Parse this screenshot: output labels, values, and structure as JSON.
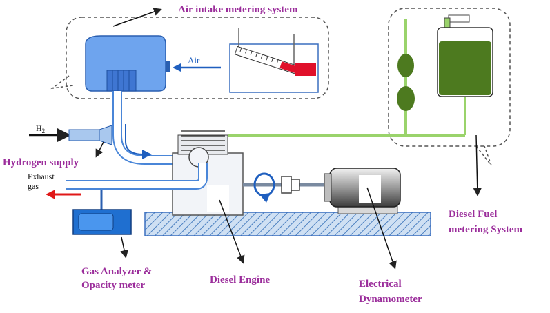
{
  "labels": {
    "air_intake": "Air intake metering system",
    "air": "Air",
    "h2": "H",
    "h2_sub": "2",
    "hydrogen_supply": "Hydrogen supply",
    "exhaust_line1": "Exhaust",
    "exhaust_line2": "gas",
    "gas_analyzer_line1": "Gas Analyzer &",
    "gas_analyzer_line2": "Opacity meter",
    "diesel_engine": "Diesel Engine",
    "dynamometer_line1": "Electrical",
    "dynamometer_line2": "Dynamometer",
    "fuel_line1": "Diesel Fuel",
    "fuel_line2": "metering System"
  },
  "colors": {
    "label": "#9b2d9b",
    "pipe_blue": "#4a86d8",
    "tank_fill": "#5b8a2a",
    "fuel_line": "#9ad36b",
    "exhaust_arrow": "#e01818",
    "base_hatch": "#7ea6d6"
  }
}
